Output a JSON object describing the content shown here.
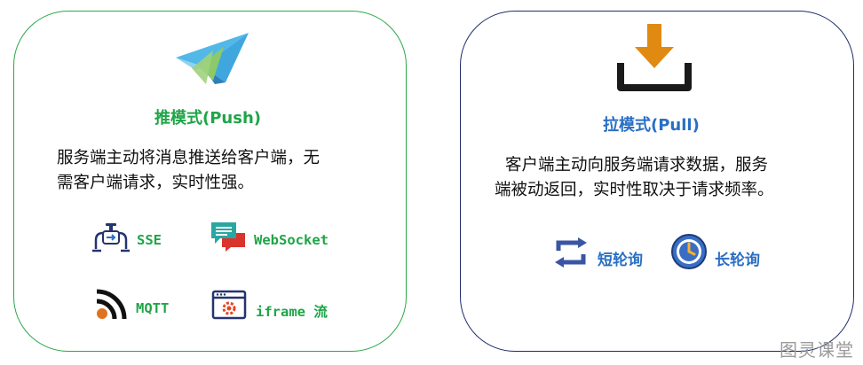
{
  "push": {
    "title": "推模式(Push)",
    "desc_line1": "服务端主动将消息推送给客户端，无",
    "desc_line2": "需客户端请求，实时性强。",
    "items": [
      {
        "label": "SSE",
        "icon": "pipe-valve-icon"
      },
      {
        "label": "WebSocket",
        "icon": "chat-bubbles-icon"
      },
      {
        "label": "MQTT",
        "icon": "rss-feed-icon"
      },
      {
        "label": "iframe 流",
        "icon": "browser-window-gear-icon"
      }
    ],
    "header_icon": "paper-plane-icon",
    "accent": "#1fa548",
    "border": "#2aa84a"
  },
  "pull": {
    "title": "拉模式(Pull)",
    "desc_line1": "客户端主动向服务端请求数据，服务",
    "desc_line2": "端被动返回，实时性取决于请求频率。",
    "items": [
      {
        "label": "短轮询",
        "icon": "refresh-cycle-icon"
      },
      {
        "label": "长轮询",
        "icon": "clock-icon"
      }
    ],
    "header_icon": "download-tray-icon",
    "accent": "#2a6fc4",
    "border": "#1f2d6b"
  },
  "watermark": "图灵课堂"
}
